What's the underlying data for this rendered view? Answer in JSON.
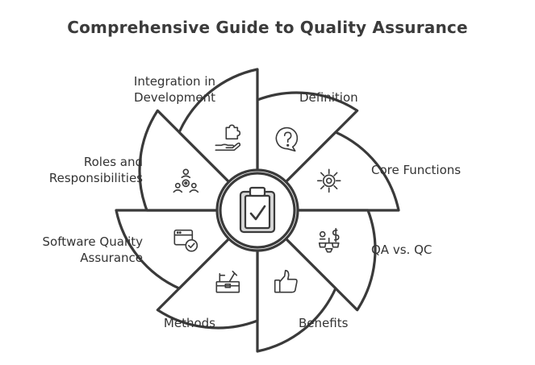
{
  "title": "Comprehensive Guide to Quality Assurance",
  "colors": {
    "stroke": "#3a3a3a",
    "segment_fill": "#ffffff",
    "hub_fill": "#d9d9d9",
    "text": "#333333"
  },
  "center_icon": "clipboard-check-icon",
  "segments": [
    {
      "label_lines": [
        "Definition"
      ],
      "icon": "question-bubble-icon"
    },
    {
      "label_lines": [
        "Core Functions"
      ],
      "icon": "gear-icon"
    },
    {
      "label_lines": [
        "QA vs. QC"
      ],
      "icon": "balance-scale-icon"
    },
    {
      "label_lines": [
        "Benefits"
      ],
      "icon": "thumbs-up-icon"
    },
    {
      "label_lines": [
        "Methods"
      ],
      "icon": "toolbox-icon"
    },
    {
      "label_lines": [
        "Software Quality",
        "Assurance"
      ],
      "icon": "browser-check-icon"
    },
    {
      "label_lines": [
        "Roles and",
        "Responsibilities"
      ],
      "icon": "team-gear-icon"
    },
    {
      "label_lines": [
        "Integration in",
        "Development"
      ],
      "icon": "hand-puzzle-icon"
    }
  ]
}
